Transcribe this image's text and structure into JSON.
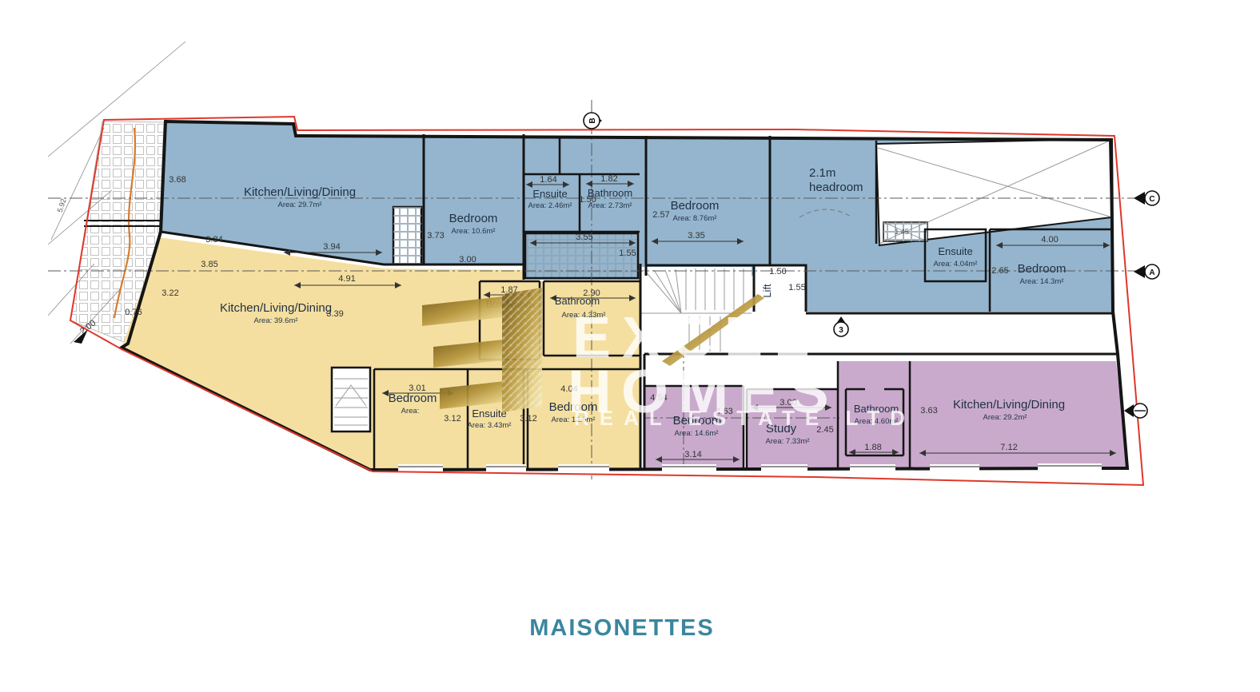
{
  "title": "MAISONETTES",
  "colors": {
    "blue": "#94b5cd",
    "yellow": "#f4dfa0",
    "purple": "#c9aacc",
    "red": "#e0372b",
    "teal": "#3b869e",
    "wall": "#151515",
    "orange": "#d97b2e"
  },
  "watermark": {
    "line1": "EXCEL",
    "line2": "HOMES",
    "line3": "REAL ESTATE LTD"
  },
  "annotations": {
    "headroom_line1": "2.1m",
    "headroom_line2": "headroom",
    "lift": "Lift"
  },
  "markers": {
    "top": "B",
    "right_upper": "C",
    "right_mid": "A",
    "center": "3"
  },
  "rooms": {
    "blue_kld": {
      "name": "Kitchen/Living/Dining",
      "area": "Area: 29.7m²"
    },
    "blue_bedroom1": {
      "name": "Bedroom",
      "area": "Area: 10.6m²"
    },
    "blue_ensuite1": {
      "name": "Ensuite",
      "area": "Area: 2.46m²"
    },
    "blue_bathroom": {
      "name": "Bathroom",
      "area": "Area: 2.73m²"
    },
    "blue_bedroom2": {
      "name": "Bedroom",
      "area": "Area: 8.76m²"
    },
    "blue_ensuite2": {
      "name": "Ensuite",
      "area": "Area: 4.04m²"
    },
    "blue_bedroom3": {
      "name": "Bedroom",
      "area": "Area: 14.3m²"
    },
    "yellow_kld": {
      "name": "Kitchen/Living/Dining",
      "area": "Area: 39.6m²"
    },
    "yellow_bedroom1": {
      "name": "Bedroom",
      "area": "Area:"
    },
    "yellow_ensuite": {
      "name": "Ensuite",
      "area": "Area: 3.43m²"
    },
    "yellow_bedroom2": {
      "name": "Bedroom",
      "area": "Area: 12.6m²"
    },
    "yellow_boxroom": {
      "name": "Box Room",
      "area": ""
    },
    "yellow_bathroom": {
      "name": "Bathroom",
      "area": "Area: 4.33m²"
    },
    "purple_bedroom": {
      "name": "Bedroom",
      "area": "Area: 14.6m²"
    },
    "purple_study": {
      "name": "Study",
      "area": "Area: 7.33m²"
    },
    "purple_bathroom": {
      "name": "Bathroom",
      "area": "Area: 4.60m²"
    },
    "purple_kld": {
      "name": "Kitchen/Living/Dining",
      "area": "Area: 29.2m²"
    }
  },
  "dims": [
    "3.68",
    "3.84",
    "3.94",
    "3.73",
    "3.00",
    "1.64",
    "1.82",
    "1.50",
    "2.57",
    "3.35",
    "3.55",
    "1.55",
    "1.50",
    "1.55",
    "1.45",
    "4.00",
    "2.65",
    "3.85",
    "3.22",
    "4.91",
    "3.39",
    "0.76",
    "2.00",
    "5.92",
    "3.01",
    "3.12",
    "3.12",
    "1.87",
    "2.90",
    "4.04",
    "4.54",
    "4.63",
    "3.14",
    "3.00",
    "2.45",
    "1.88",
    "3.63",
    "7.12"
  ]
}
